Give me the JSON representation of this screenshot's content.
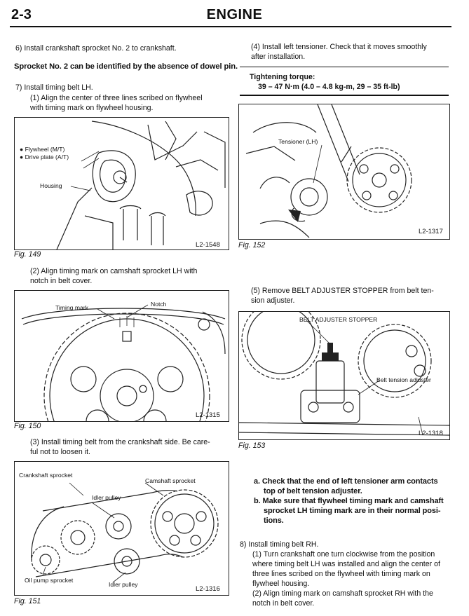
{
  "header": {
    "page_number": "2-3",
    "title": "ENGINE"
  },
  "left": {
    "step6": "6)   Install crankshaft sprocket No. 2 to crankshaft.",
    "note_sprocket": "Sprocket No. 2 can be identified by the absence of dowel pin.",
    "step7_title": "7)   Install timing belt LH.",
    "step7_1_line1": "(1)  Align the center of three lines scribed on flywheel",
    "step7_1_line2": "with timing mark on flywheel housing.",
    "fig149": {
      "label": "Fig. 149",
      "code": "L2-1548",
      "bullet1": "Flywheel (M/T)",
      "bullet2": "Drive plate (A/T)",
      "housing": "Housing"
    },
    "step7_2_line1": "(2)  Align timing mark on camshaft sprocket LH with",
    "step7_2_line2": "notch in belt cover.",
    "fig150": {
      "label": "Fig. 150",
      "code": "L2-1315",
      "timing_mark": "Timing mark",
      "notch": "Notch"
    },
    "step7_3_line1": "(3)  Install timing belt from the crankshaft side. Be care-",
    "step7_3_line2": "ful not to loosen it.",
    "fig151": {
      "label": "Fig. 151",
      "code": "L2-1316",
      "crankshaft_sprocket": "Crankshaft sprocket",
      "camshaft_sprocket": "Camshaft sprocket",
      "idler_pulley_top": "Idler pulley",
      "oil_pump_sprocket": "Oil pump sprocket",
      "idler_pulley_bottom": "Idler pulley"
    }
  },
  "right": {
    "step4_line1": "(4)  Install left tensioner. Check that it moves smoothly",
    "step4_line2": "after installation.",
    "torque_title": "Tightening torque:",
    "torque_value": "39 – 47 N·m (4.0 – 4.8 kg-m, 29 – 35 ft-lb)",
    "fig152": {
      "label": "Fig. 152",
      "code": "L2-1317",
      "tensioner": "Tensioner (LH)"
    },
    "step5_line1": "(5)  Remove BELT ADJUSTER STOPPER from belt ten-",
    "step5_line2": "sion adjuster.",
    "fig153": {
      "label": "Fig. 153",
      "code": "L2-1318",
      "stopper": "BELT ADJUSTER STOPPER",
      "adjuster": "Belt tension adjuster"
    },
    "note_a_line1": "a.  Check that the end of left tensioner arm contacts",
    "note_a_line2": "top of belt tension adjuster.",
    "note_b_line1": "b.  Make sure that flywheel timing mark and camshaft",
    "note_b_line2": "sprocket LH timing mark are in their normal posi-",
    "note_b_line3": "tions.",
    "step8_title": "8)   Install timing belt RH.",
    "step8_1_line1": "(1)  Turn crankshaft one turn clockwise from the position",
    "step8_1_line2": "where timing belt LH was installed and align the center of",
    "step8_1_line3": "three lines scribed on the flywheel with timing mark on",
    "step8_1_line4": "flywheel housing.",
    "step8_2_line1": "(2)  Align timing mark on camshaft sprocket RH with the",
    "step8_2_line2": "notch in belt cover."
  }
}
